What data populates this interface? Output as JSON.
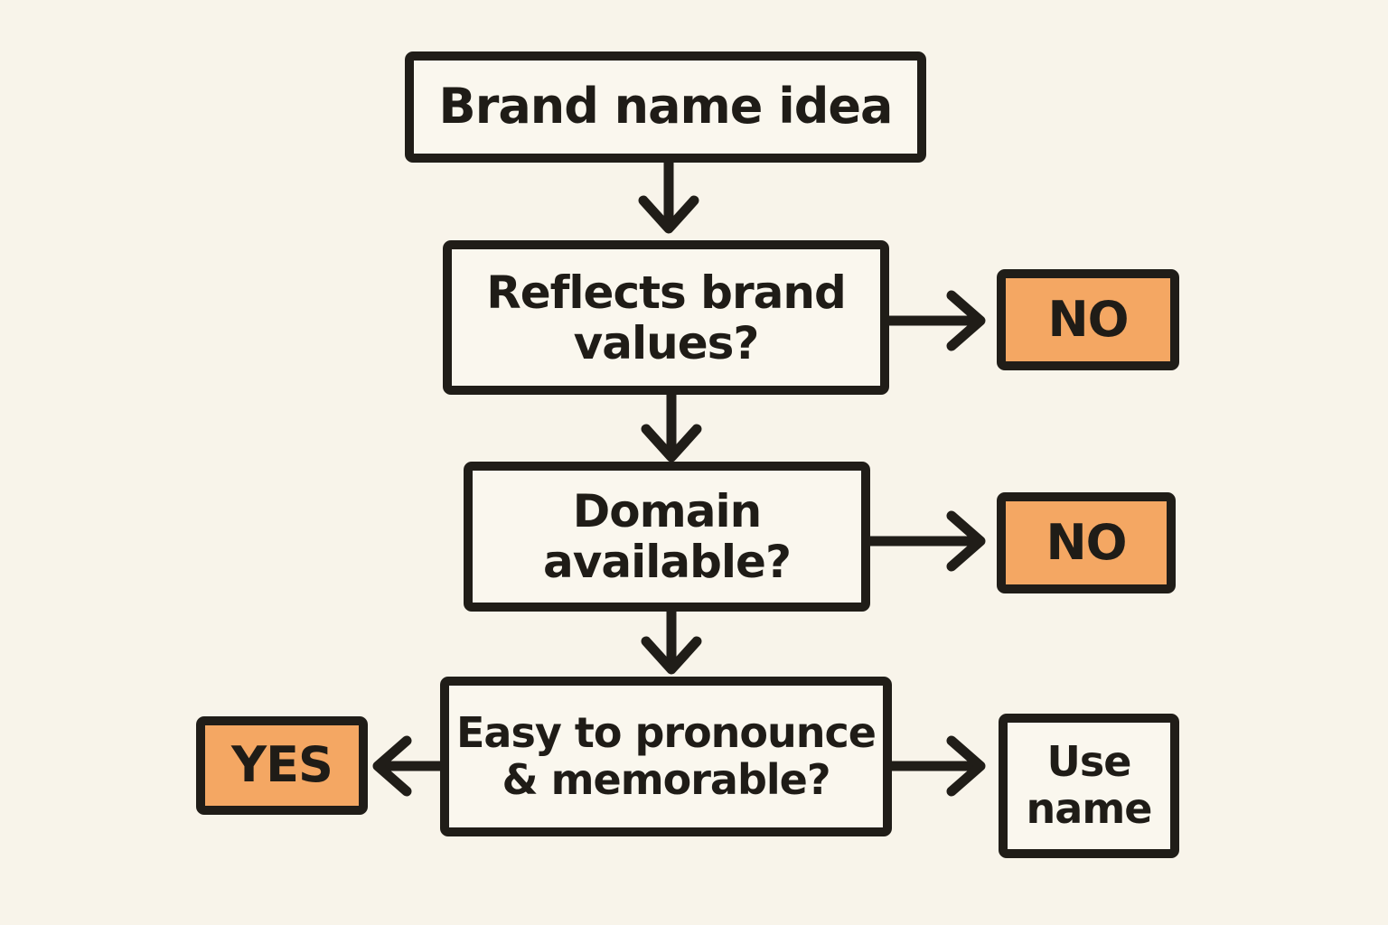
{
  "diagram": {
    "type": "flowchart",
    "style": "hand-drawn marker on cream paper",
    "colors": {
      "background": "#f8f4ea",
      "box_fill": "#faf7ee",
      "ink": "#201d18",
      "accent_orange": "#f4a763"
    },
    "nodes": {
      "start": {
        "label": "Brand name idea",
        "kind": "start"
      },
      "q1": {
        "line1": "Reflects brand",
        "line2": "values?",
        "kind": "decision"
      },
      "q2": {
        "line1": "Domain",
        "line2": "available?",
        "kind": "decision"
      },
      "q3": {
        "line1": "Easy to pronounce",
        "line2": "& memorable?",
        "kind": "decision"
      },
      "no1": {
        "label": "NO",
        "kind": "result",
        "highlighted": true
      },
      "no2": {
        "label": "NO",
        "kind": "result",
        "highlighted": true
      },
      "yes": {
        "label": "YES",
        "kind": "result",
        "highlighted": true
      },
      "end": {
        "line1": "Use",
        "line2": "name",
        "kind": "result",
        "highlighted": false
      }
    },
    "edges": [
      {
        "from": "start",
        "to": "q1",
        "direction": "down"
      },
      {
        "from": "q1",
        "to": "no1",
        "direction": "right"
      },
      {
        "from": "q1",
        "to": "q2",
        "direction": "down"
      },
      {
        "from": "q2",
        "to": "no2",
        "direction": "right"
      },
      {
        "from": "q2",
        "to": "q3",
        "direction": "down"
      },
      {
        "from": "q3",
        "to": "yes",
        "direction": "left"
      },
      {
        "from": "q3",
        "to": "end",
        "direction": "right"
      }
    ]
  }
}
